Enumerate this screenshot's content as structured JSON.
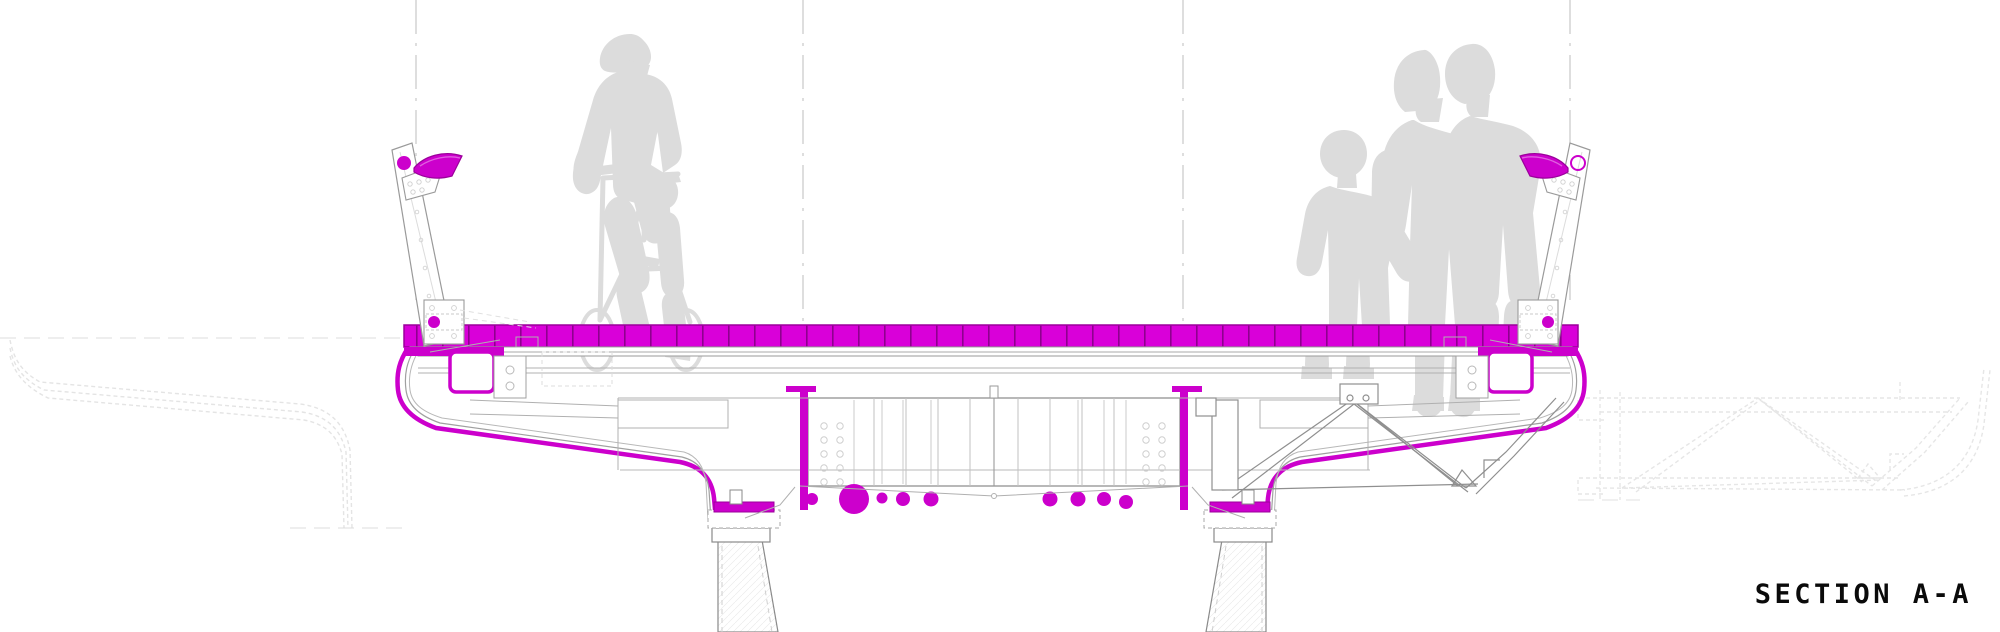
{
  "drawing": {
    "title": "SECTION A-A",
    "type": "architectural-engineering-section",
    "subject": "pedestrian and cycle bridge deck cross section",
    "sheet_width": 2000,
    "sheet_height": 632,
    "background_color": "#ffffff"
  },
  "colors": {
    "highlight_magenta": "#cc00cc",
    "magenta_dark_edge": "#a300a3",
    "line_gray": "#8c8c8c",
    "line_gray_light": "#b4b4b4",
    "silhouette_gray": "#dcdcdc",
    "ghost_gray": "#e2e2e2",
    "centerline_gray": "#c0c0c0",
    "text_black": "#0a0a0a"
  },
  "title_block": {
    "label": "SECTION A-A"
  },
  "figures": [
    {
      "name": "cyclist",
      "description": "cyclist silhouette riding bicycle",
      "fill": "#dcdcdc",
      "position": "left-of-centre"
    },
    {
      "name": "child-walking",
      "description": "child silhouette holding adult hand",
      "fill": "#dcdcdc",
      "position": "right"
    },
    {
      "name": "adult-walking",
      "description": "adult silhouette walking",
      "fill": "#dcdcdc",
      "position": "right"
    },
    {
      "name": "adult-with-backpack",
      "description": "second adult silhouette behind",
      "fill": "#dcdcdc",
      "position": "right"
    }
  ],
  "components": [
    {
      "name": "deck-surface",
      "label": "timber deck planking",
      "color": "#cc00cc",
      "segments": 45
    },
    {
      "name": "left-railing-post",
      "label": "inclined balustrade post (left)",
      "color": "#8c8c8c"
    },
    {
      "name": "right-railing-post",
      "label": "inclined balustrade post (right)",
      "color": "#8c8c8c"
    },
    {
      "name": "left-handrail",
      "label": "handrail (left)",
      "color": "#cc00cc"
    },
    {
      "name": "right-handrail",
      "label": "handrail (right)",
      "color": "#cc00cc"
    },
    {
      "name": "box-girder",
      "label": "steel box girder",
      "color": "#8c8c8c"
    },
    {
      "name": "bolt-hole-grid-left",
      "label": "splice bolt group",
      "rows": 5,
      "cols": 2
    },
    {
      "name": "bolt-hole-grid-right",
      "label": "splice bolt group",
      "rows": 5,
      "cols": 2
    },
    {
      "name": "truss-brace",
      "label": "V-brace diaphragm",
      "color": "#8c8c8c"
    },
    {
      "name": "pier-left",
      "label": "inclined pier / column",
      "color": "#8c8c8c"
    },
    {
      "name": "pier-right",
      "label": "inclined pier / column",
      "color": "#8c8c8c"
    },
    {
      "name": "service-conduits",
      "label": "service conduits and ducts",
      "color": "#cc00cc",
      "count": 9
    },
    {
      "name": "ghost-outline-left",
      "label": "continuation of deck profile (phantom)",
      "color": "#e2e2e2"
    },
    {
      "name": "ghost-outline-right",
      "label": "continuation of deck profile (phantom)",
      "color": "#e2e2e2"
    },
    {
      "name": "centerlines",
      "label": "vertical grid / centre lines",
      "color": "#c0c0c0",
      "count": 4
    }
  ]
}
